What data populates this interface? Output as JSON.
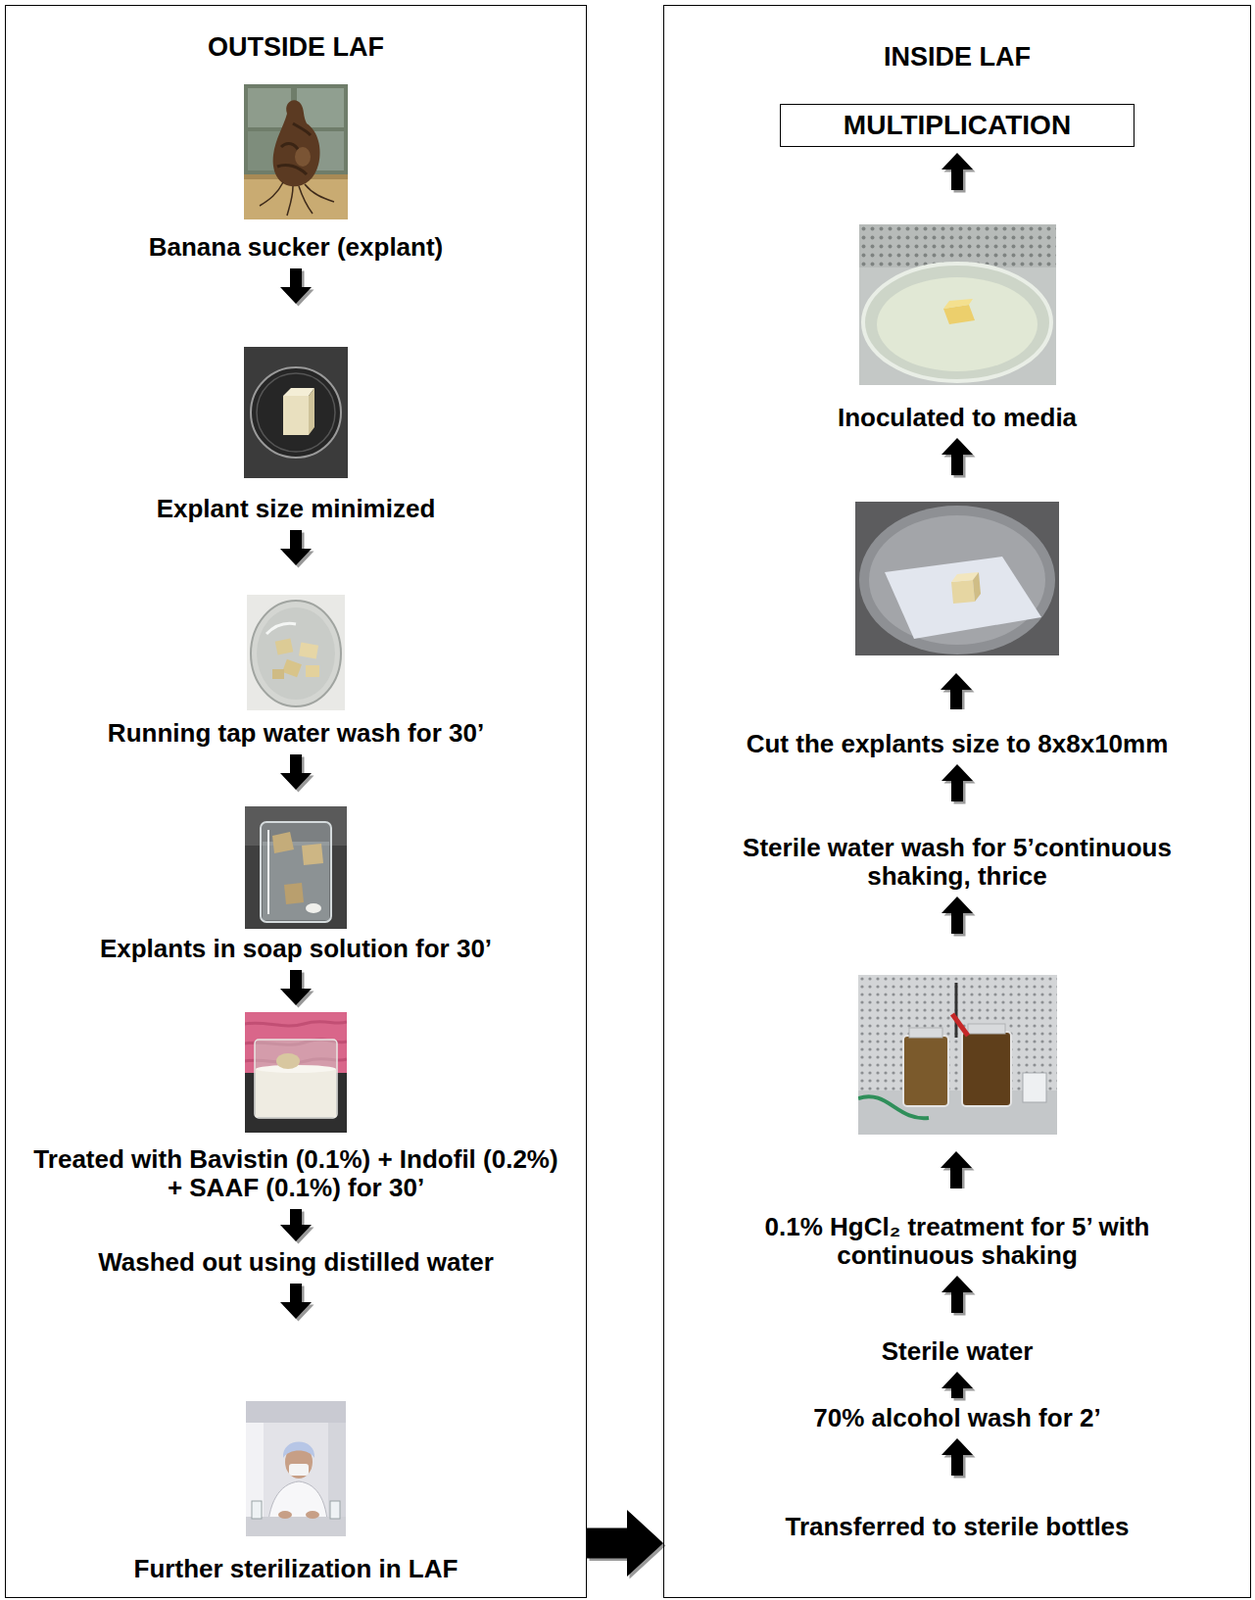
{
  "diagram": {
    "nodes": [
      {
        "text": [
          "OUTSIDE LAF"
        ]
      },
      {
        "text": [
          "Banana sucker (explant)"
        ],
        "in": 0
      },
      {
        "text": [
          "Explant size minimized"
        ],
        "in": 0
      },
      {
        "text": [
          "Running tap water wash for 30’"
        ],
        "in": 0
      },
      {
        "text": [
          "Explants in soap solution for 30’"
        ],
        "in": 0
      },
      {
        "text": [
          "Treated with Bavistin (0.1%) + Indofil (0.2%) + SAAF (0.1%) for 30’"
        ],
        "in": 0
      },
      {
        "text": [
          "Washed out using distilled water"
        ],
        "in": 0
      },
      {
        "text": [
          "Further sterilization in LAF"
        ],
        "in": 0
      },
      {
        "text": [
          "INSIDE LAF"
        ]
      },
      {
        "text": [
          "MULTIPLICATION"
        ],
        "in": 8
      },
      {
        "text": [
          "Inoculated to media"
        ],
        "in": 8
      },
      {
        "text": [
          "Cut the explants size to 8x8x10mm"
        ],
        "in": 8
      },
      {
        "text": [
          "Sterile water wash for 5’continuous shaking, thrice"
        ],
        "in": 8
      },
      {
        "text": [
          "0.1% HgCl₂ treatment for 5’ with continuous shaking"
        ],
        "in": 8
      },
      {
        "text": [
          "Sterile water"
        ],
        "in": 8
      },
      {
        "text": [
          "70% alcohol wash for 2’"
        ],
        "in": 8
      },
      {
        "text": [
          "Transferred to sterile bottles"
        ],
        "in": 8
      }
    ],
    "edges": [
      {
        "from": 1,
        "to": 2,
        "arrow": "to"
      },
      {
        "from": 2,
        "to": 3,
        "arrow": "to"
      },
      {
        "from": 3,
        "to": 4,
        "arrow": "to"
      },
      {
        "from": 4,
        "to": 5,
        "arrow": "to"
      },
      {
        "from": 5,
        "to": 6,
        "arrow": "to"
      },
      {
        "from": 6,
        "to": 7,
        "arrow": "to"
      },
      {
        "from": 0,
        "to": 8,
        "arrow": "to"
      },
      {
        "from": 16,
        "to": 15,
        "arrow": "to"
      },
      {
        "from": 15,
        "to": 14,
        "arrow": "to"
      },
      {
        "from": 14,
        "to": 13,
        "arrow": "to"
      },
      {
        "from": 13,
        "to": 12,
        "arrow": "to"
      },
      {
        "from": 12,
        "to": 11,
        "arrow": "to"
      },
      {
        "from": 11,
        "to": 10,
        "arrow": "to"
      },
      {
        "from": 10,
        "to": 9,
        "arrow": "to"
      }
    ]
  }
}
